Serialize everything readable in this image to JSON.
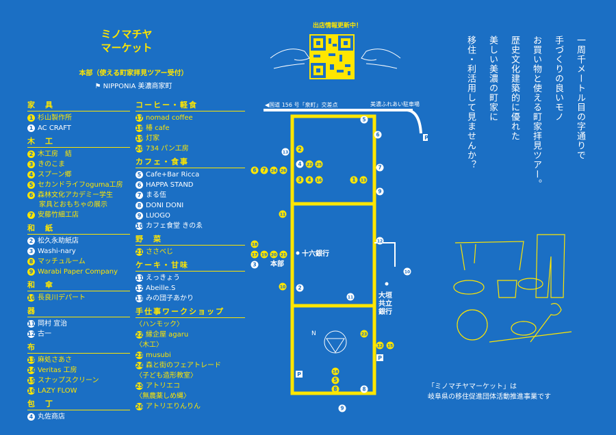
{
  "title": {
    "line1": "ミノマチヤ",
    "line2": "マーケット"
  },
  "hq": {
    "line1": "本部（使える町家拝見ツアー受付）",
    "line2": "NIPPONIA 美濃商家町"
  },
  "col1": [
    {
      "cat": "家　具",
      "items": [
        {
          "n": "1",
          "name": "杉山製作所",
          "y": true
        },
        {
          "n": "1",
          "name": "AC CRAFT",
          "y": false
        }
      ]
    },
    {
      "cat": "木　工",
      "items": [
        {
          "n": "2",
          "name": "木工房　結",
          "y": true
        },
        {
          "n": "3",
          "name": "きのこま",
          "y": true
        },
        {
          "n": "4",
          "name": "スプーン郷",
          "y": true
        },
        {
          "n": "5",
          "name": "セカンドライフoguma工房",
          "y": true
        },
        {
          "n": "6",
          "name": "森林文化アカデミー学生",
          "sub": "家具とおもちゃの展示",
          "y": true
        },
        {
          "n": "7",
          "name": "安藤竹細工店",
          "y": true
        }
      ]
    },
    {
      "cat": "和　紙",
      "items": [
        {
          "n": "2",
          "name": "松久永助紙店",
          "y": false
        },
        {
          "n": "3",
          "name": "Washi-nary",
          "y": false
        },
        {
          "n": "8",
          "name": "マッチュルーム",
          "y": true
        },
        {
          "n": "9",
          "name": "Warabi Paper Company",
          "y": true
        }
      ]
    },
    {
      "cat": "和　傘",
      "items": [
        {
          "n": "10",
          "name": "長良川デパート",
          "y": true
        }
      ]
    },
    {
      "cat": "器",
      "items": [
        {
          "n": "11",
          "name": "岡村 宜治",
          "y": false
        },
        {
          "n": "12",
          "name": "古一",
          "y": false
        }
      ]
    },
    {
      "cat": "布",
      "items": [
        {
          "n": "13",
          "name": "麻処さあさ",
          "y": true
        },
        {
          "n": "14",
          "name": "Veritas 工房",
          "y": true
        },
        {
          "n": "15",
          "name": "スナップスクリーン",
          "y": true
        },
        {
          "n": "16",
          "name": "LAZY FLOW",
          "y": true
        }
      ]
    },
    {
      "cat": "包　丁",
      "items": [
        {
          "n": "4",
          "name": "丸佐商店",
          "y": false
        }
      ]
    }
  ],
  "col2": [
    {
      "cat": "コーヒー・軽食",
      "items": [
        {
          "n": "17",
          "name": "nomad coffee",
          "y": true
        },
        {
          "n": "18",
          "name": "椿 cafe",
          "y": true
        },
        {
          "n": "19",
          "name": "灯家",
          "y": true
        },
        {
          "n": "20",
          "name": "734 パン工房",
          "y": true
        }
      ]
    },
    {
      "cat": "カフェ・食事",
      "items": [
        {
          "n": "5",
          "name": "Cafe+Bar Ricca",
          "y": false
        },
        {
          "n": "6",
          "name": "HAPPA STAND",
          "y": false
        },
        {
          "n": "7",
          "name": "まる伍",
          "y": false
        },
        {
          "n": "8",
          "name": "DONI DONI",
          "y": false
        },
        {
          "n": "9",
          "name": "LUOGO",
          "y": false
        },
        {
          "n": "10",
          "name": "カフェ食堂 きのゑ",
          "y": false
        }
      ]
    },
    {
      "cat": "野　菜",
      "items": [
        {
          "n": "21",
          "name": "ささべじ",
          "y": true
        }
      ]
    },
    {
      "cat": "ケーキ・甘味",
      "items": [
        {
          "n": "11",
          "name": "えっきょう",
          "y": false
        },
        {
          "n": "12",
          "name": "Abeille.S",
          "y": false
        },
        {
          "n": "13",
          "name": "みの団子あかり",
          "y": false
        }
      ]
    },
    {
      "cat": "手仕事ワークショップ",
      "items": [
        {
          "n": "",
          "name": "〈ハンモック〉",
          "y": true,
          "label": true
        },
        {
          "n": "22",
          "name": "縁企屋 agaru",
          "y": true
        },
        {
          "n": "",
          "name": "〈木工〉",
          "y": true,
          "label": true
        },
        {
          "n": "23",
          "name": "musubi",
          "y": true
        },
        {
          "n": "24",
          "name": "森と街のフェアトレード",
          "y": true
        },
        {
          "n": "",
          "name": "〈子ども造形教室〉",
          "y": true,
          "label": true
        },
        {
          "n": "25",
          "name": "アトリエコ",
          "y": true
        },
        {
          "n": "",
          "name": "〈無農薬しめ縄〉",
          "y": true,
          "label": true
        },
        {
          "n": "26",
          "name": "アトリエりんりん",
          "y": true
        }
      ]
    }
  ],
  "map": {
    "qr_caption": "出店情報更新中！",
    "road_top": "◀国道 156 号「泉町」交差点",
    "parking_name": "美濃ふれあい駐車場",
    "bank1": "十六銀行",
    "bank2_l1": "大垣",
    "bank2_l2": "共立",
    "bank2_l3": "銀行",
    "hq": "本部",
    "north": "N",
    "parking": "P"
  },
  "vertical": [
    "一周千メートル目の字通りで",
    "手づくりの良いモノ",
    "お買い物と使える町家拝見ツアー。",
    "歴史文化建築的に優れた",
    "美しい美濃の町家に",
    "移住・利活用して見ませんか？"
  ],
  "footer": {
    "line1": "「ミノマチヤマーケット」は",
    "line2": "岐阜県の移住促進団体活動推進事業です"
  },
  "colors": {
    "bg": "#1b6fc4",
    "accent": "#ffe600",
    "text": "#ffffff"
  }
}
